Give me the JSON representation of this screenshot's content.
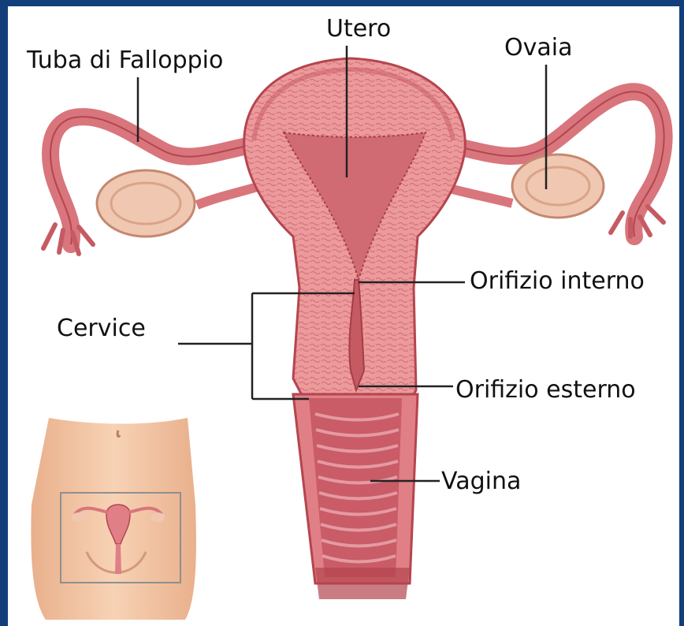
{
  "labels": {
    "fallopian_tube": "Tuba di Falloppio",
    "uterus": "Utero",
    "ovary": "Ovaia",
    "internal_os": "Orifizio interno",
    "cervix": "Cervice",
    "external_os": "Orifizio esterno",
    "vagina": "Vagina"
  },
  "colors": {
    "frame": "#123f7a",
    "tissue": "#e8868a",
    "tissue_light": "#f0a8a8",
    "tissue_dark": "#b4454f",
    "ovary": "#f0c7b0",
    "skin": "#f2c3a0",
    "leader_line": "#222222"
  }
}
